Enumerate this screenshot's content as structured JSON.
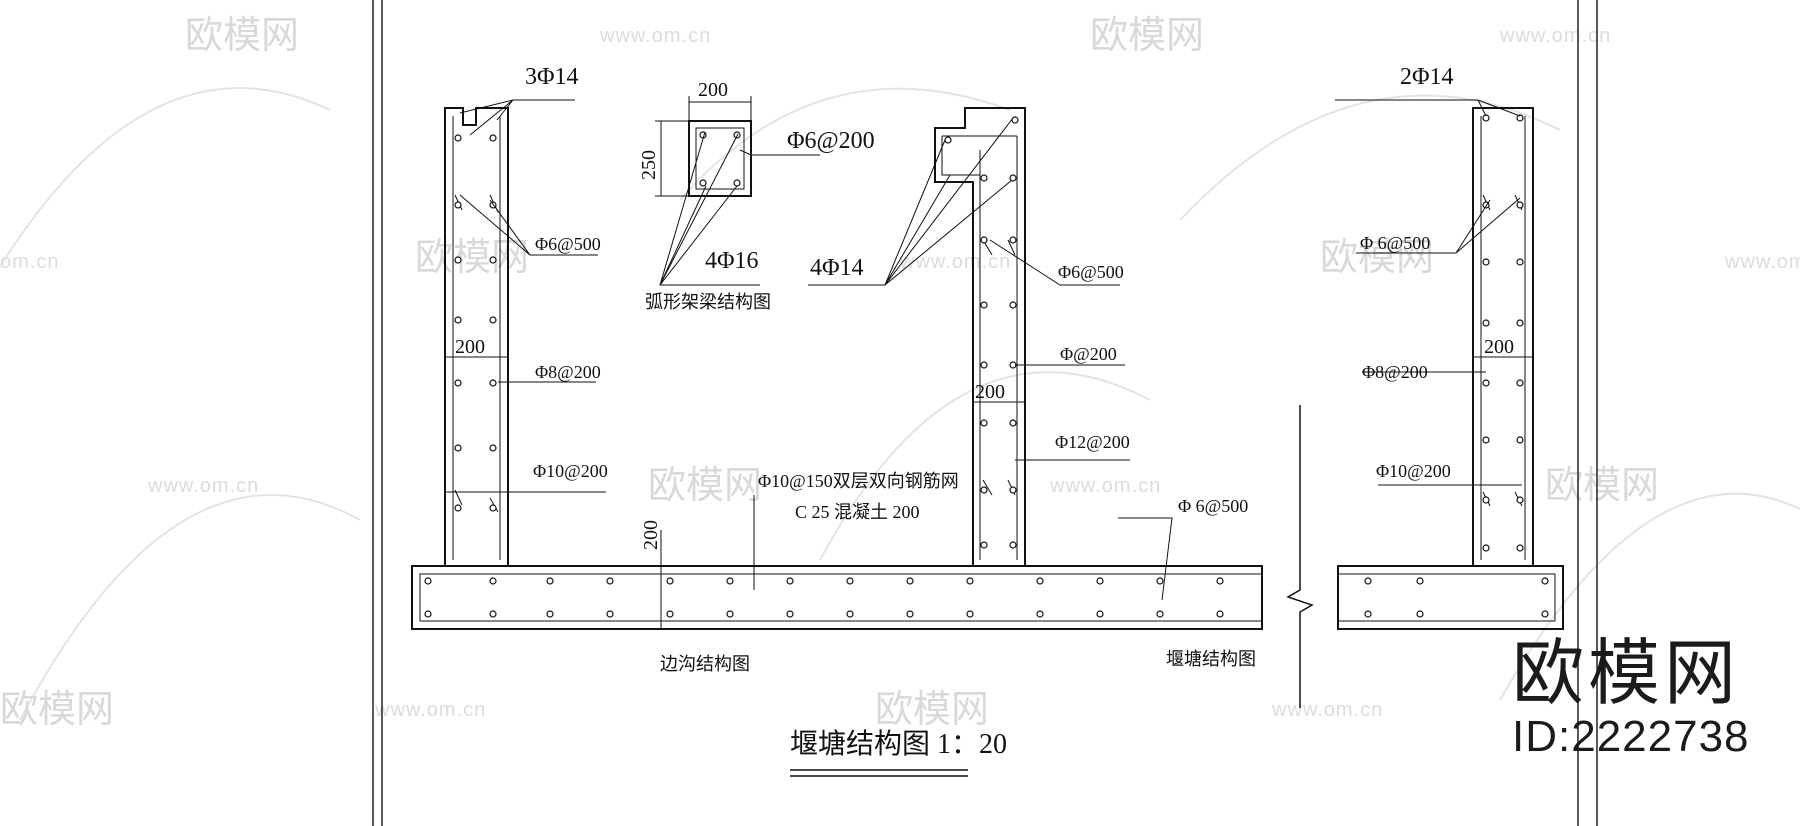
{
  "rebar_labels": {
    "left_top": "3Φ14",
    "left_stirrup": "Φ6@500",
    "left_mid": "Φ8@200",
    "left_low": "Φ10@200",
    "beam_stirrup": "Φ6@200",
    "beam_bars": "4Φ16",
    "center_top": "4Φ14",
    "center_stirrup": "Φ6@500",
    "center_mid": "Φ@200",
    "center_low": "Φ12@200",
    "slab_mesh": "Φ10@150双层双向钢筋网",
    "slab_concrete": "C 25  混凝土 200",
    "weir_stirrup": "Φ 6@500",
    "right_top": "2Φ14",
    "right_stirrup": "Φ 6@500",
    "right_mid": "Φ8@200",
    "right_low": "Φ10@200"
  },
  "dimensions": {
    "beam_width": "200",
    "beam_height": "250",
    "left_wall": "200",
    "center_wall": "200",
    "right_wall": "200",
    "slab_thickness": "200"
  },
  "captions": {
    "beam": "弧形架梁结构图",
    "ditch": "边沟结构图",
    "weir": "堰塘结构图",
    "main_title": "堰塘结构图  1：20"
  },
  "watermark": {
    "brand": "欧模网",
    "url": "www.om.cn",
    "url_partial": "om.cn",
    "id": "ID:2222738"
  }
}
